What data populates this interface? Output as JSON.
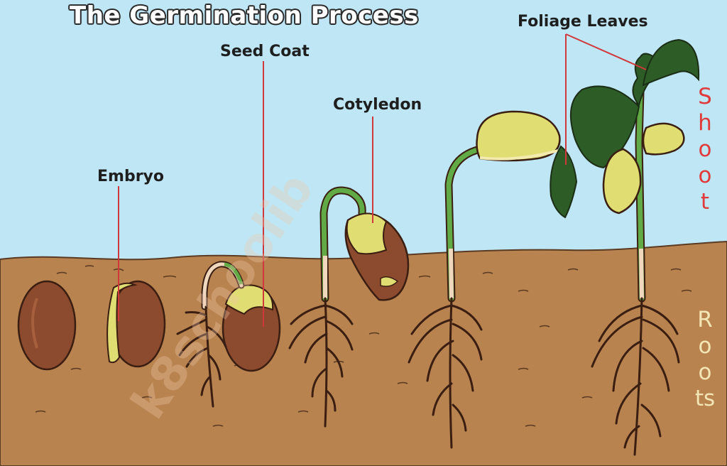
{
  "diagram": {
    "title": "The Germination Process",
    "labels": {
      "embryo": "Embryo",
      "seed_coat": "Seed Coat",
      "cotyledon": "Cotyledon",
      "foliage_leaves": "Foliage Leaves"
    },
    "side_labels": {
      "shoot": "Shoot",
      "roots": "Roots"
    },
    "watermark": "k8schoolib",
    "colors": {
      "sky": "#bfe6f4",
      "soil": "#b8834f",
      "seed": "#8c4a2e",
      "cotyledon": "#e0dd72",
      "stem": "#62aa46",
      "leaf": "#2e5c27",
      "root": "#3a1e12",
      "pointer_line": "#d0383c"
    }
  }
}
